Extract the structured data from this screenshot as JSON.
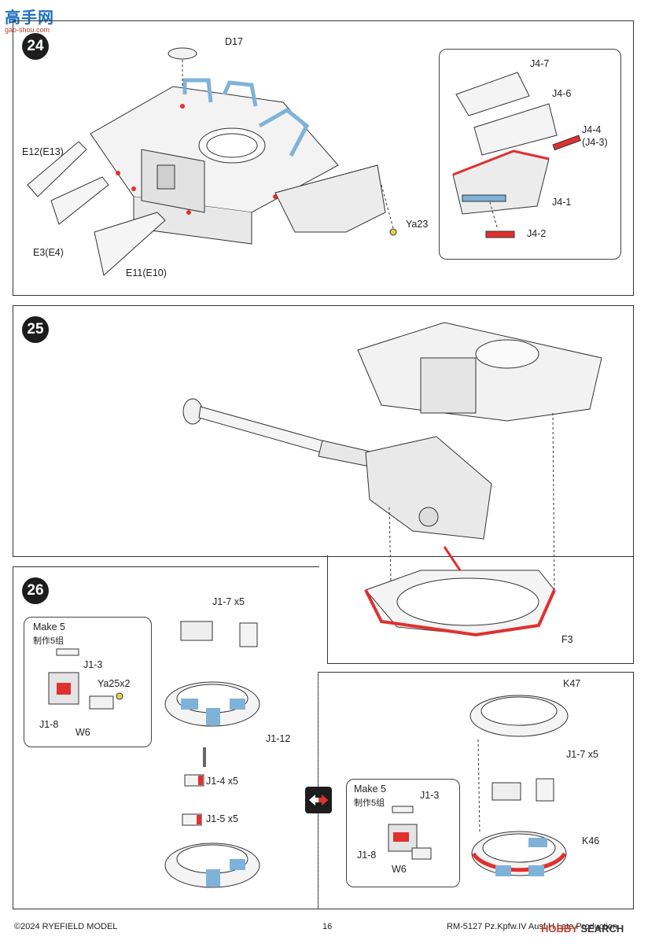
{
  "watermark": {
    "site_glyphs": "高手网",
    "site_url": "gao-shou.com"
  },
  "step24": {
    "number": "24",
    "labels": {
      "d17": "D17",
      "e12": "E12(E13)",
      "e3": "E3(E4)",
      "e11": "E11(E10)",
      "ya23": "Ya23",
      "j47": "J4-7",
      "j46": "J4-6",
      "j44": "J4-4",
      "j43": "(J4-3)",
      "j41": "J4-1",
      "j42": "J4-2"
    }
  },
  "step25": {
    "number": "25",
    "labels": {
      "f3": "F3"
    }
  },
  "step26": {
    "number": "26",
    "labels": {
      "j17": "J1-7 x5",
      "make5": "Make 5",
      "make5_cn": "制作5组",
      "j13": "J1-3",
      "ya25": "Ya25x2",
      "j18": "J1-8",
      "w6": "W6",
      "j112": "J1-12",
      "j14": "J1-4 x5",
      "j15": "J1-5 x5"
    },
    "alt": {
      "k47": "K47",
      "j17": "J1-7 x5",
      "make5": "Make 5",
      "make5_cn": "制作5组",
      "j13": "J1-3",
      "j18": "J1-8",
      "w6": "W6",
      "k46": "K46"
    }
  },
  "footer": {
    "copyright": "©2024 RYEFIELD MODEL",
    "page_number": "16",
    "product": "RM-5127 Pz.Kpfw.IV Ausf.H Late Production",
    "logo_hobby": "HOBBY",
    "logo_search": "SEARCH"
  },
  "colors": {
    "highlight_blue": "#7fb2d9",
    "highlight_red": "#e03030",
    "line": "#333333"
  }
}
